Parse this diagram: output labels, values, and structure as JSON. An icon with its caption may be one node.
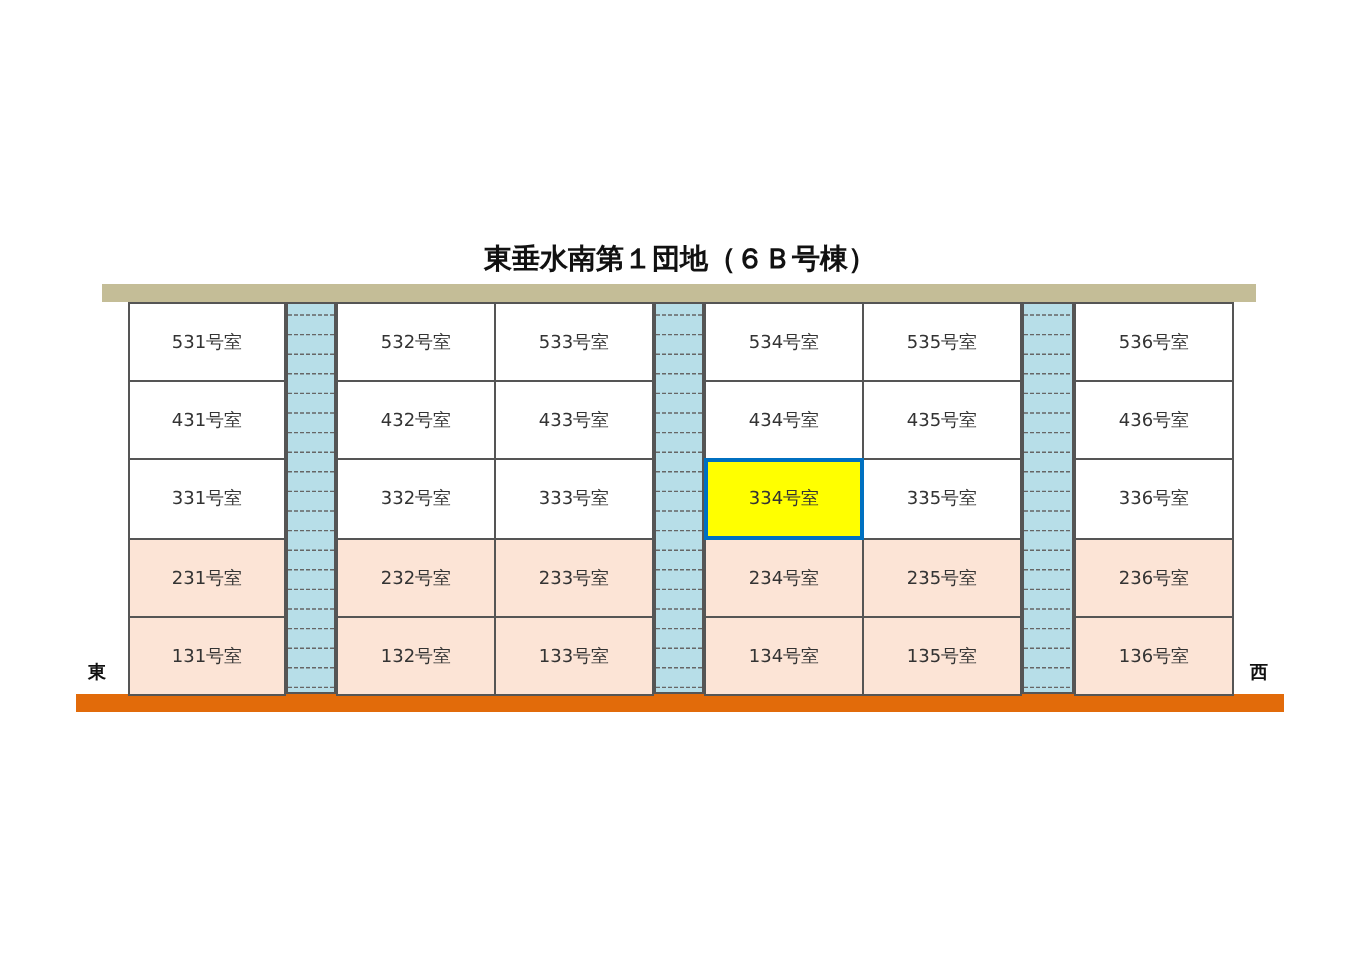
{
  "diagram": {
    "title": "東垂水南第１団地（６Ｂ号棟）",
    "nodes": [
      {
        "text": [
          "531号室"
        ]
      },
      {
        "text": [
          "532号室"
        ]
      },
      {
        "text": [
          "533号室"
        ]
      },
      {
        "text": [
          "534号室"
        ]
      },
      {
        "text": [
          "535号室"
        ]
      },
      {
        "text": [
          "536号室"
        ]
      },
      {
        "text": [
          "431号室"
        ]
      },
      {
        "text": [
          "432号室"
        ]
      },
      {
        "text": [
          "433号室"
        ]
      },
      {
        "text": [
          "434号室"
        ]
      },
      {
        "text": [
          "435号室"
        ]
      },
      {
        "text": [
          "436号室"
        ]
      },
      {
        "text": [
          "331号室"
        ]
      },
      {
        "text": [
          "332号室"
        ]
      },
      {
        "text": [
          "333号室"
        ]
      },
      {
        "text": [
          "334号室"
        ]
      },
      {
        "text": [
          "335号室"
        ]
      },
      {
        "text": [
          "336号室"
        ]
      },
      {
        "text": [
          "231号室"
        ]
      },
      {
        "text": [
          "232号室"
        ]
      },
      {
        "text": [
          "233号室"
        ]
      },
      {
        "text": [
          "234号室"
        ]
      },
      {
        "text": [
          "235号室"
        ]
      },
      {
        "text": [
          "236号室"
        ]
      },
      {
        "text": [
          "131号室"
        ]
      },
      {
        "text": [
          "132号室"
        ]
      },
      {
        "text": [
          "133号室"
        ]
      },
      {
        "text": [
          "134号室"
        ]
      },
      {
        "text": [
          "135号室"
        ]
      },
      {
        "text": [
          "136号室"
        ]
      }
    ],
    "labels": [
      "東",
      "西"
    ]
  }
}
